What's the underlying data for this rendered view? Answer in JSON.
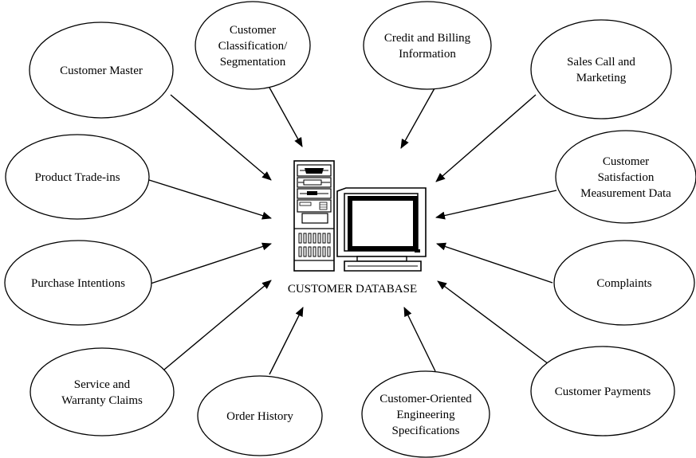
{
  "center": {
    "label": "CUSTOMER DATABASE"
  },
  "nodes": [
    {
      "id": "customer-master",
      "lines": [
        "Customer Master"
      ]
    },
    {
      "id": "customer-classification",
      "lines": [
        "Customer",
        "Classification/",
        "Segmentation"
      ]
    },
    {
      "id": "credit-billing",
      "lines": [
        "Credit and Billing",
        "Information"
      ]
    },
    {
      "id": "sales-call",
      "lines": [
        "Sales Call and",
        "Marketing"
      ]
    },
    {
      "id": "product-trade-ins",
      "lines": [
        "Product Trade-ins"
      ]
    },
    {
      "id": "customer-satisfaction",
      "lines": [
        "Customer",
        "Satisfaction",
        "Measurement Data"
      ]
    },
    {
      "id": "purchase-intentions",
      "lines": [
        "Purchase Intentions"
      ]
    },
    {
      "id": "complaints",
      "lines": [
        "Complaints"
      ]
    },
    {
      "id": "service-warranty",
      "lines": [
        "Service and",
        "Warranty Claims"
      ]
    },
    {
      "id": "order-history",
      "lines": [
        "Order History"
      ]
    },
    {
      "id": "engineering-specs",
      "lines": [
        "Customer-Oriented",
        "Engineering",
        "Specifications"
      ]
    },
    {
      "id": "customer-payments",
      "lines": [
        "Customer Payments"
      ]
    }
  ],
  "edges": [
    {
      "from": "customer-master",
      "to": "center"
    },
    {
      "from": "customer-classification",
      "to": "center"
    },
    {
      "from": "credit-billing",
      "to": "center"
    },
    {
      "from": "sales-call",
      "to": "center"
    },
    {
      "from": "product-trade-ins",
      "to": "center"
    },
    {
      "from": "customer-satisfaction",
      "to": "center"
    },
    {
      "from": "purchase-intentions",
      "to": "center"
    },
    {
      "from": "complaints",
      "to": "center"
    },
    {
      "from": "service-warranty",
      "to": "center"
    },
    {
      "from": "order-history",
      "to": "center"
    },
    {
      "from": "engineering-specs",
      "to": "center"
    },
    {
      "from": "customer-payments",
      "to": "center"
    }
  ]
}
